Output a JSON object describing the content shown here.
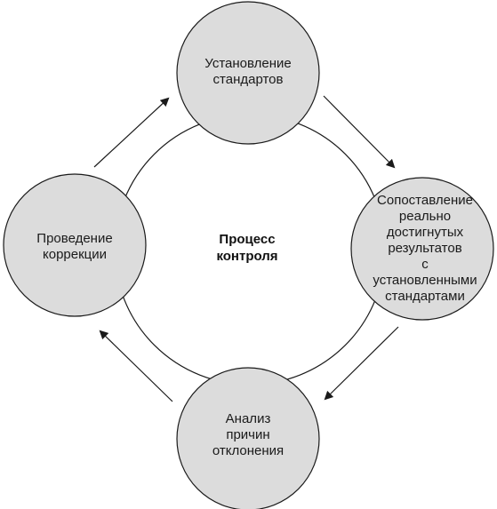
{
  "center": {
    "label": "Процесс\nконтроля"
  },
  "stages": [
    {
      "id": "standards",
      "label": "Установление\nстандартов"
    },
    {
      "id": "compare",
      "label": "Сопоставление\nреально\nдостигнутых\nрезультатов\nс установленными\nстандартами"
    },
    {
      "id": "analysis",
      "label": "Анализ\nпричин\nотклонения"
    },
    {
      "id": "correction",
      "label": "Проведение\nкоррекции"
    }
  ],
  "colors": {
    "stage_fill": "#dcdcdc",
    "center_fill": "#ffffff",
    "stroke": "#1a1a1a",
    "arrow": "#1a1a1a"
  }
}
